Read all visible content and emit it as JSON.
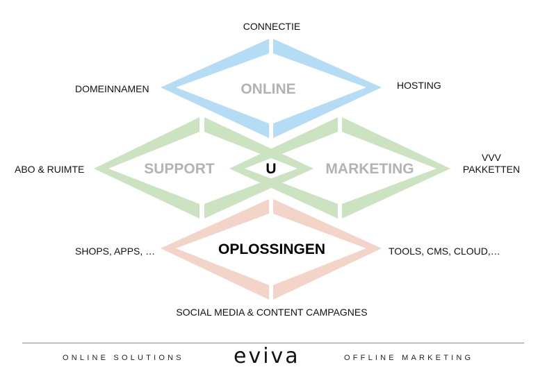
{
  "colors": {
    "online": "#b5dcf5",
    "support_marketing": "#cbe3c1",
    "solutions": "#f3d4c8",
    "center_gray_text": "#b3b3b3"
  },
  "diagram": {
    "top": {
      "center": "ONLINE",
      "labels": {
        "top": "CONNECTIE",
        "left": "DOMEINNAMEN",
        "right": "HOSTING"
      }
    },
    "middle": {
      "left_center": "SUPPORT",
      "core": "U",
      "right_center": "MARKETING",
      "labels": {
        "left": "ABO & RUIMTE",
        "right_line1": "VVV",
        "right_line2": "PAKKETTEN"
      }
    },
    "bottom": {
      "center": "OPLOSSINGEN",
      "labels": {
        "left": "SHOPS, APPS, …",
        "right": "TOOLS, CMS, CLOUD,…",
        "bottom": "SOCIAL MEDIA & CONTENT CAMPAGNES"
      }
    }
  },
  "footer": {
    "left_tagline": "ONLINE SOLUTIONS",
    "brand": "eviva",
    "right_tagline": "OFFLINE MARKETING"
  }
}
